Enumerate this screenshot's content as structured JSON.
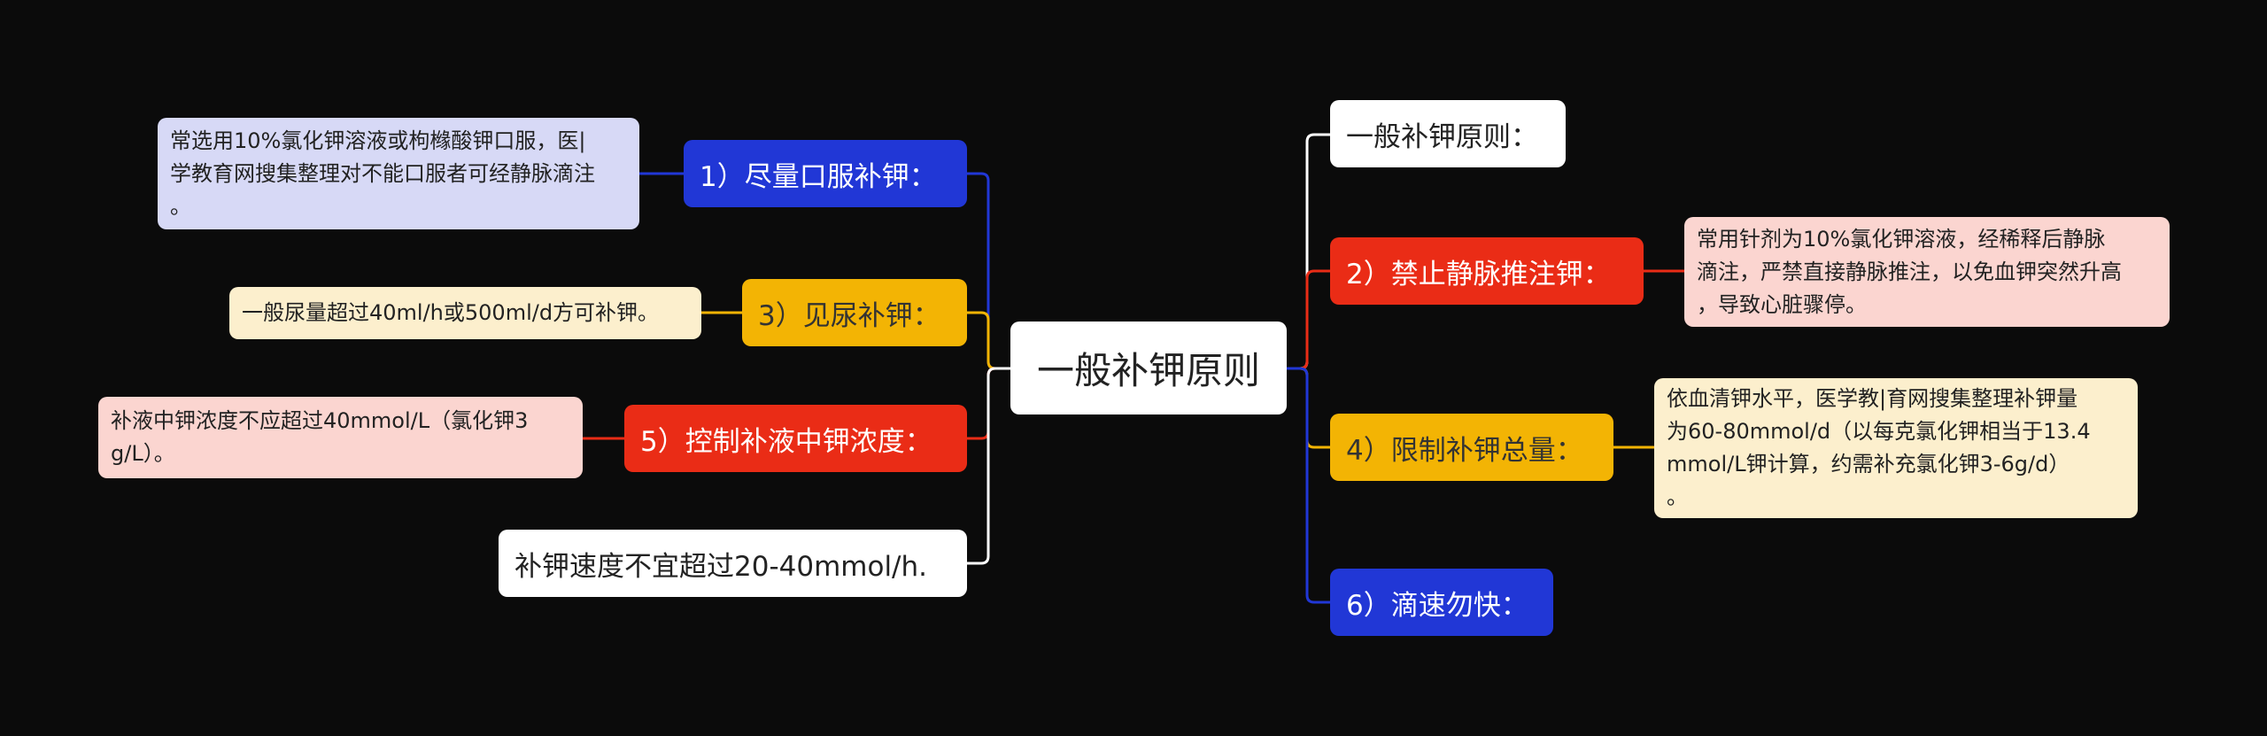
{
  "center": {
    "label": "一般补钾原则"
  },
  "right": [
    {
      "label": "一般补钾原则："
    },
    {
      "label": "2）禁止静脉推注钾：",
      "detail": [
        "常用针剂为10%氯化钾溶液，经稀释后静脉",
        "滴注，严禁直接静脉推注，以免血钾突然升高",
        "，导致心脏骤停。"
      ]
    },
    {
      "label": "4）限制补钾总量：",
      "detail": [
        "依血清钾水平，医学教|育网搜集整理补钾量",
        "为60-80mmol/d（以每克氯化钾相当于13.4",
        "mmol/L钾计算，约需补充氯化钾3-6g/d）",
        "。"
      ]
    },
    {
      "label": "6）滴速勿快："
    }
  ],
  "left": [
    {
      "label": "1）尽量口服补钾：",
      "detail": [
        "常选用10%氯化钾溶液或枸橼酸钾口服，医|",
        "学教育网搜集整理对不能口服者可经静脉滴注",
        "。"
      ]
    },
    {
      "label": "3）见尿补钾：",
      "detail": [
        "一般尿量超过40ml/h或500ml/d方可补钾。"
      ]
    },
    {
      "label": "5）控制补液中钾浓度：",
      "detail": [
        "补液中钾浓度不应超过40mmol/L（氯化钾3",
        "g/L）。"
      ]
    },
    {
      "label": "补钾速度不宜超过20-40mmol/h."
    }
  ],
  "colors": {
    "background": "#0b0b0b",
    "blue": "#2137d6",
    "red": "#ea2c16",
    "yellow": "#f3b404",
    "white": "#ffffff",
    "leaf_blue": "#d7d9f6",
    "leaf_red": "#fbd5d0",
    "leaf_yellow": "#fcefcd"
  }
}
